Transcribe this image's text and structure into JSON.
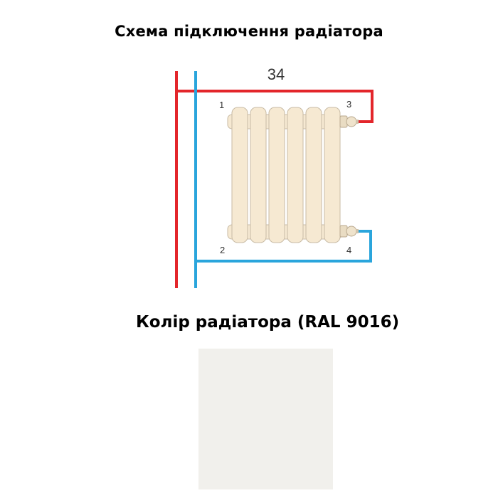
{
  "heading": {
    "scheme_title": "Схема підключення радіатора",
    "color_title": "Колір радіатора (RAL 9016)"
  },
  "diagram": {
    "dimension_label": "34",
    "connection_points": [
      "1",
      "2",
      "3",
      "4"
    ],
    "radiator_sections": 6,
    "colors": {
      "supply_pipe": "#e3262b",
      "return_pipe": "#2aa5dc",
      "radiator_fill": "#f6e9d2",
      "radiator_stroke": "#c8bba5"
    }
  },
  "swatch": {
    "color": "#f1f0ec"
  }
}
